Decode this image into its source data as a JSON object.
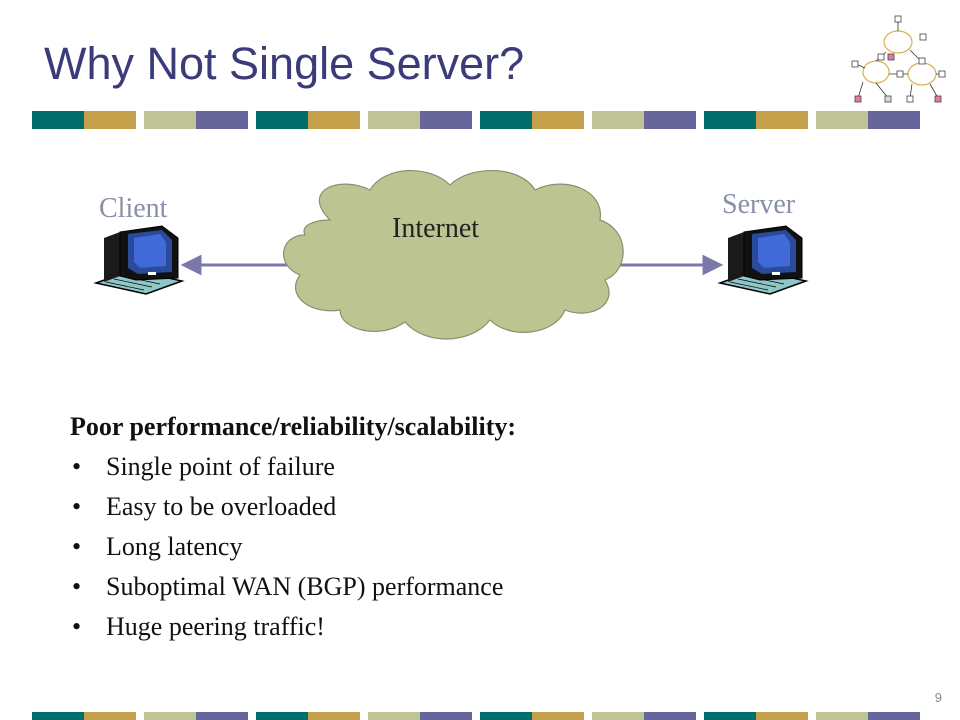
{
  "slide": {
    "title": "Why Not Single Server?",
    "page_number": "9"
  },
  "diagram": {
    "client_label": "Client",
    "server_label": "Server",
    "cloud_label": "Internet"
  },
  "content": {
    "heading": "Poor performance/reliability/scalability:",
    "bullets": [
      "Single point of failure",
      "Easy to be overloaded",
      "Long latency",
      "Suboptimal WAN (BGP) performance",
      "Huge peering traffic!"
    ]
  },
  "colors": {
    "title": "#3b3b7a",
    "band_teal": "#006b6b",
    "band_gold": "#c4a04a",
    "band_olive": "#bfc395",
    "band_purple": "#66669a",
    "cloud_fill": "#bcc592",
    "arrow": "#7a7aaa",
    "label_gray": "#8890a8"
  }
}
